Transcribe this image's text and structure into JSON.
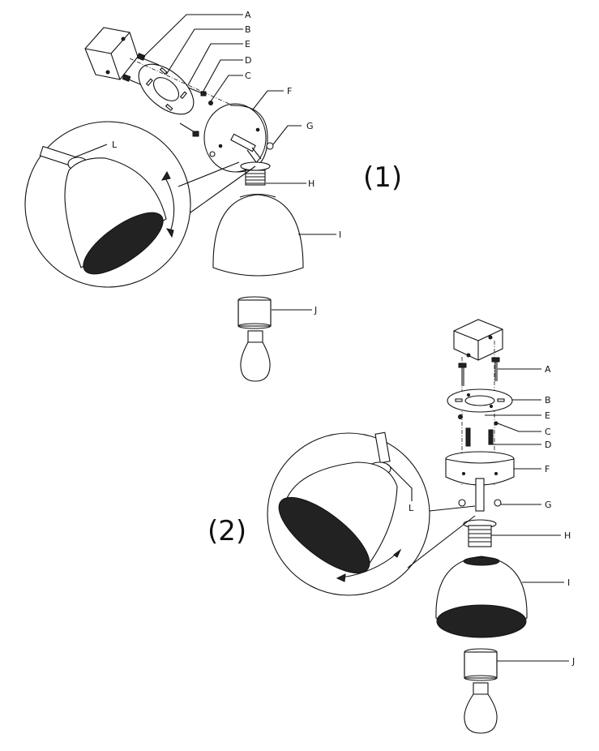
{
  "figures": [
    {
      "number": "(1)"
    },
    {
      "number": "(2)"
    }
  ],
  "parts": [
    "A",
    "B",
    "E",
    "D",
    "C",
    "F",
    "G",
    "H",
    "I",
    "J",
    "L"
  ]
}
